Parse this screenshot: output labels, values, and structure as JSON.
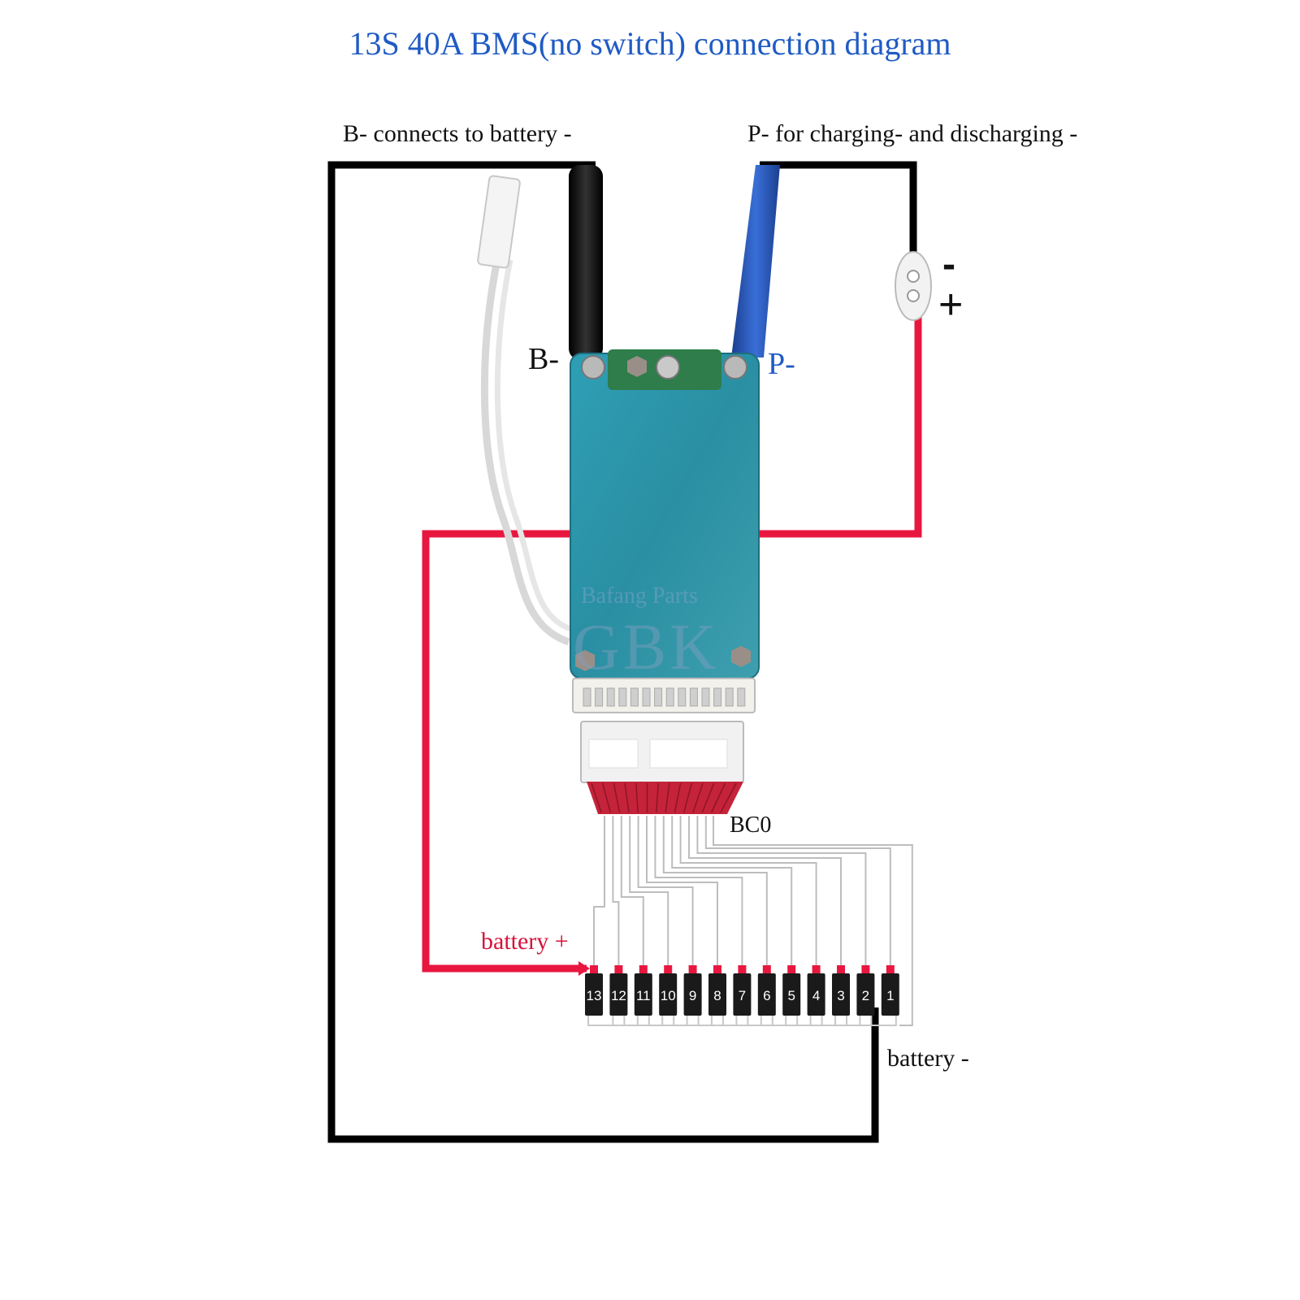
{
  "title": "13S 40A BMS(no switch)  connection diagram",
  "labels": {
    "b_minus_connection": "B- connects to battery -",
    "p_minus_connection": "P- for charging- and discharging -",
    "b_minus_terminal": "B-",
    "p_minus_terminal": "P-",
    "charger_minus": "-",
    "charger_plus": "+",
    "bc0": "BC0",
    "battery_plus": "battery +",
    "battery_minus": "battery -"
  },
  "watermark": {
    "line1": "Bafang Parts",
    "line2": "GBK"
  },
  "cells": [
    "13",
    "12",
    "11",
    "10",
    "9",
    "8",
    "7",
    "6",
    "5",
    "4",
    "3",
    "2",
    "1"
  ],
  "colors": {
    "title_blue": "#1f5bc4",
    "wire_black": "#000000",
    "wire_red": "#e8173f",
    "wire_blue": "#2456b8",
    "board_teal": "#2a93a8"
  }
}
